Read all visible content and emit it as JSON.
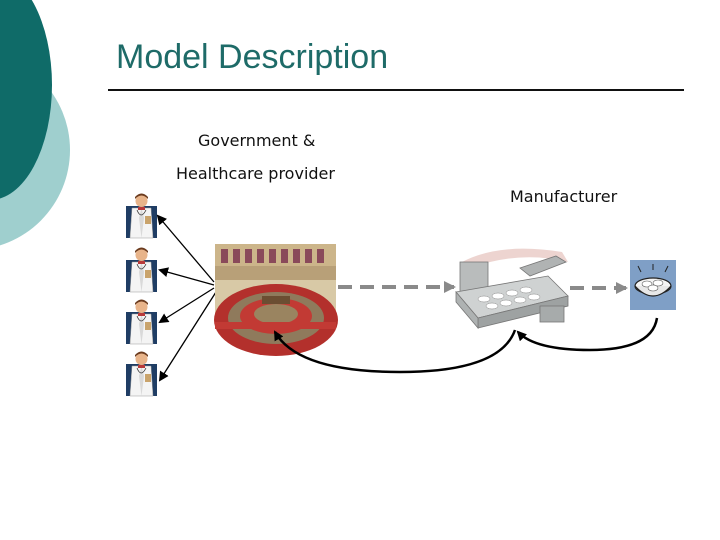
{
  "slide": {
    "title": "Model Description"
  },
  "labels": {
    "government_line1": "Government &",
    "government_line2": "Healthcare provider",
    "manufacturer": "Manufacturer"
  },
  "colors": {
    "title": "#1e6b68",
    "deco_dark": "#0f6b68",
    "deco_light": "#9fcfce",
    "dashed_arrow": "#8a8a8a",
    "arc": "#000000"
  },
  "icons": {
    "doctors": [
      "doctor-icon",
      "doctor-icon",
      "doctor-icon",
      "doctor-icon"
    ],
    "government": "parliament-icon",
    "manufacturer": "factory-icon",
    "product": "pills-bowl-icon"
  }
}
